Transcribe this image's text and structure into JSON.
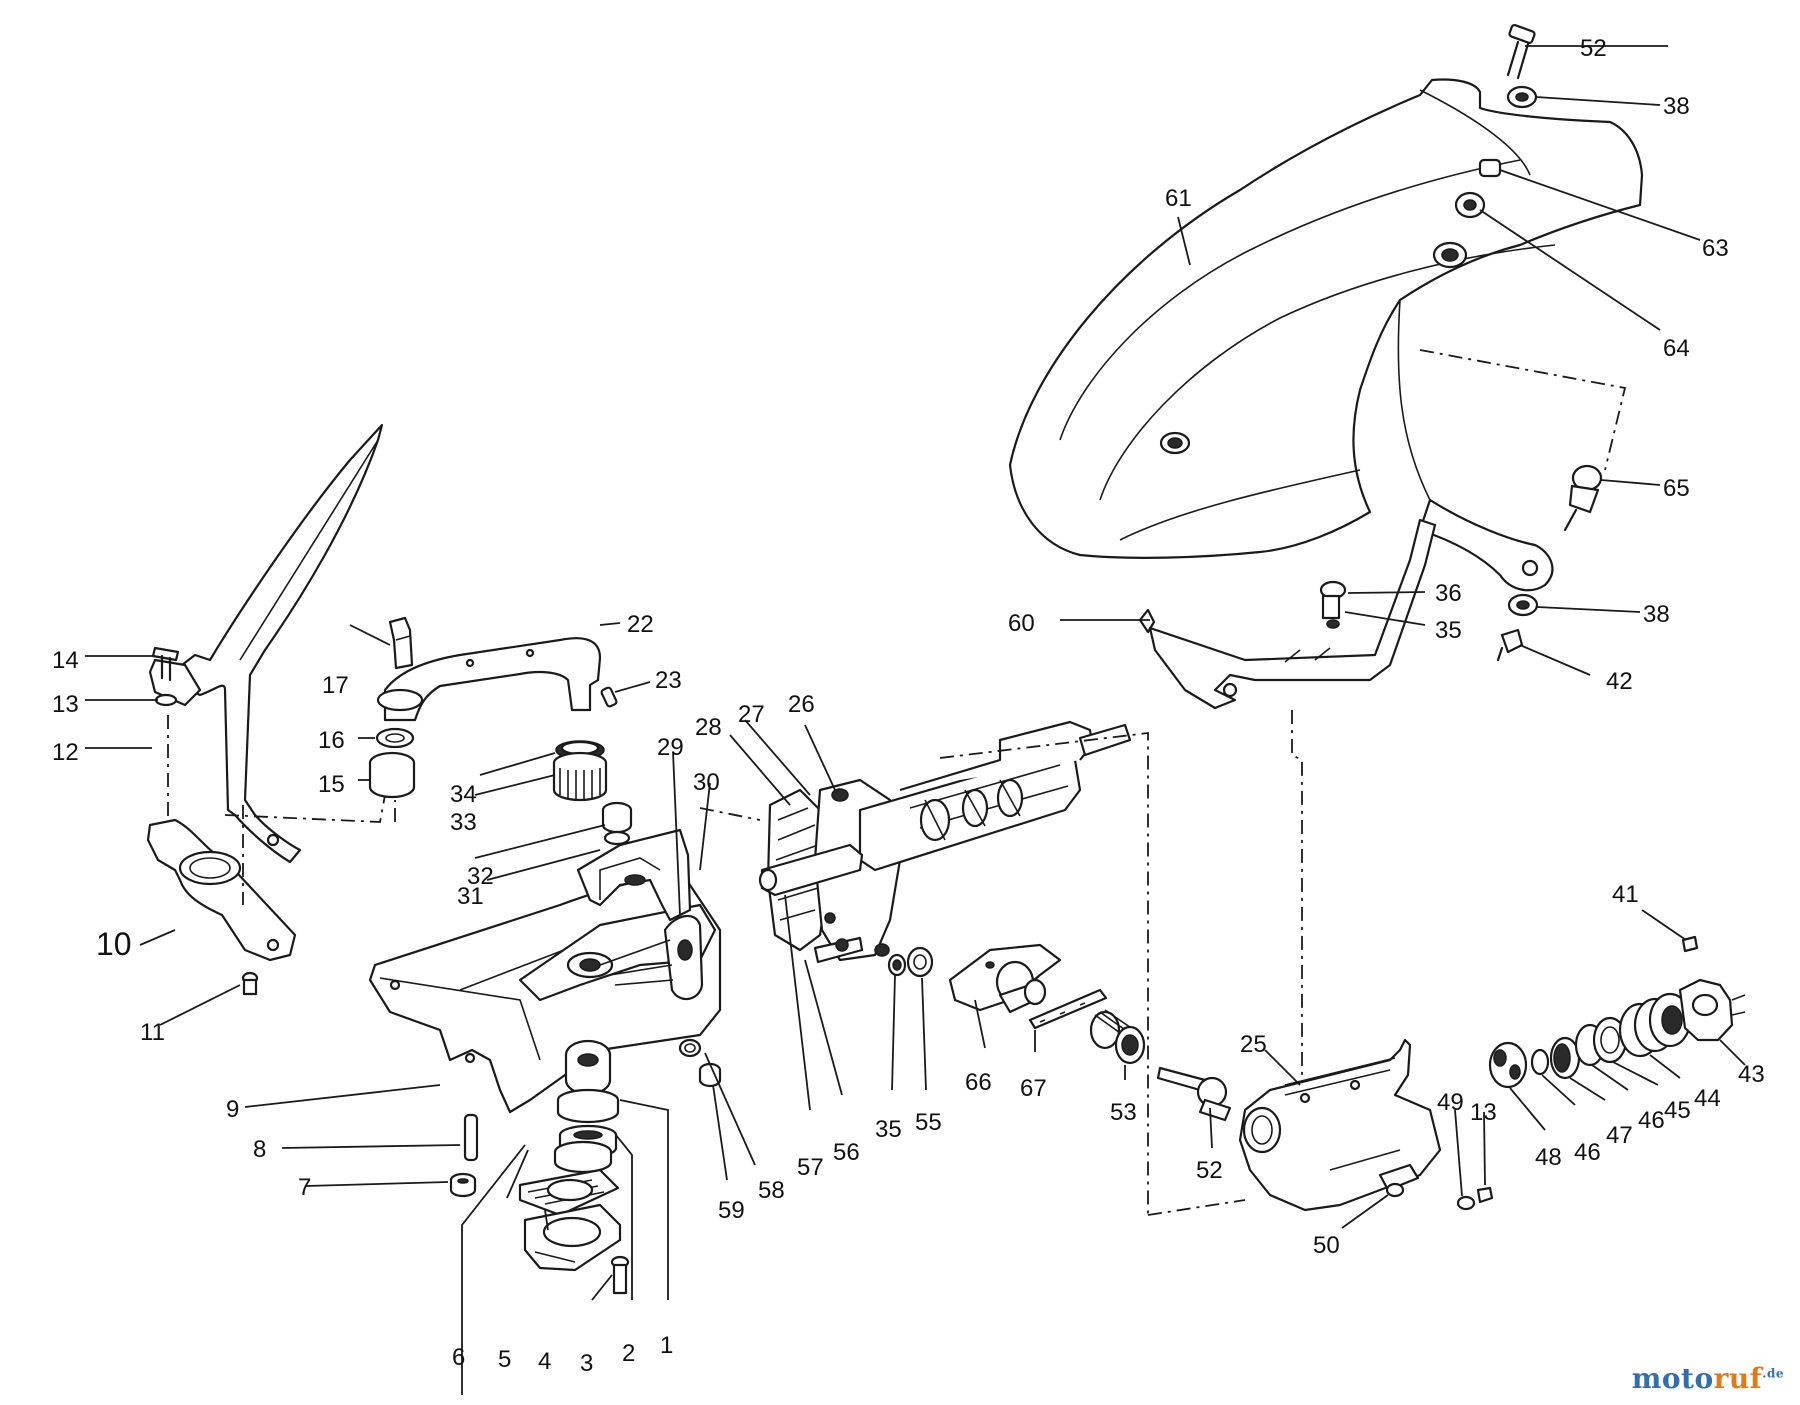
{
  "diagram": {
    "callouts": {
      "n1": "1",
      "n2": "2",
      "n3": "3",
      "n4": "4",
      "n5": "5",
      "n6": "6",
      "n7": "7",
      "n8": "8",
      "n9": "9",
      "n10": "10",
      "n11": "11",
      "n12": "12",
      "n13a": "13",
      "n13b": "13",
      "n14": "14",
      "n15": "15",
      "n16": "16",
      "n17": "17",
      "n22": "22",
      "n23": "23",
      "n25": "25",
      "n26": "26",
      "n27": "27",
      "n28": "28",
      "n29": "29",
      "n30": "30",
      "n31": "31",
      "n32": "32",
      "n33": "33",
      "n34": "34",
      "n35a": "35",
      "n35b": "35",
      "n36": "36",
      "n38a": "38",
      "n38b": "38",
      "n41": "41",
      "n42": "42",
      "n43": "43",
      "n44": "44",
      "n45": "45",
      "n46a": "46",
      "n46b": "46",
      "n47": "47",
      "n48": "48",
      "n49": "49",
      "n50": "50",
      "n52a": "52",
      "n52b": "52",
      "n53": "53",
      "n55": "55",
      "n56": "56",
      "n57": "57",
      "n58": "58",
      "n59": "59",
      "n60": "60",
      "n61": "61",
      "n63": "63",
      "n64": "64",
      "n65": "65",
      "n66": "66",
      "n67": "67"
    }
  },
  "watermark": {
    "part1": "moto",
    "part2": "ruf",
    "suffix": ".de"
  }
}
